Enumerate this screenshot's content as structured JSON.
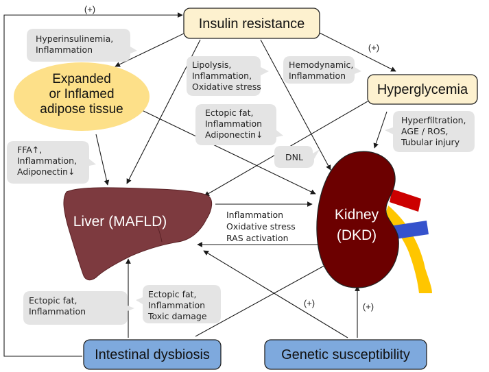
{
  "colors": {
    "box_yellow": "#fdf1cf",
    "ellipse_yellow": "#fde089",
    "box_blue": "#7ea9dd",
    "note_gray": "#e4e4e4",
    "liver": "#7d3a3f",
    "kidney": "#6c0000",
    "vessel_red": "#cc0000",
    "vessel_blue": "#3552cc",
    "ureter_yellow": "#ffc600",
    "arrow": "#1a1a1a",
    "organ_text": "#ffffff"
  },
  "nodes": {
    "insulin_resistance": "Insulin resistance",
    "hyperglycemia": "Hyperglycemia",
    "adipose_tissue": [
      "Expanded",
      "or Inflamed",
      "adipose tissue"
    ],
    "liver": "Liver (MAFLD)",
    "kidney": [
      "Kidney",
      "(DKD)"
    ],
    "intestinal_dysbiosis": "Intestinal dysbiosis",
    "genetic_susceptibility": "Genetic susceptibility"
  },
  "notes": {
    "hyperinsulinemia": [
      "Hyperinsulinemia,",
      "Inflammation"
    ],
    "lipolysis": [
      "Lipolysis,",
      "Inflammation,",
      "Oxidative stress"
    ],
    "hemodynamic": [
      "Hemodynamic,",
      "Inflammation"
    ],
    "ectopic_top": [
      "Ectopic fat,",
      "Inflammation",
      "Adiponectin↓"
    ],
    "ffa": [
      "FFA↑,",
      "Inflammation,",
      "Adiponectin↓"
    ],
    "dnl": [
      "DNL"
    ],
    "hyperfiltration": [
      "Hyperfiltration,",
      "AGE / ROS,",
      "Tubular injury"
    ],
    "liver_kidney": [
      "Inflammation",
      "Oxidative stress",
      "RAS activation"
    ],
    "ectopic_bottom_left": [
      "Ectopic fat,",
      "Inflammation"
    ],
    "ectopic_bottom_mid": [
      "Ectopic fat,",
      "Inflammation",
      "Toxic damage"
    ]
  },
  "plus_labels": {
    "feedback_top": "(+)",
    "insulin_hyper": "(+)",
    "genetic_liver": "(+)",
    "genetic_kidney": "(+)"
  }
}
